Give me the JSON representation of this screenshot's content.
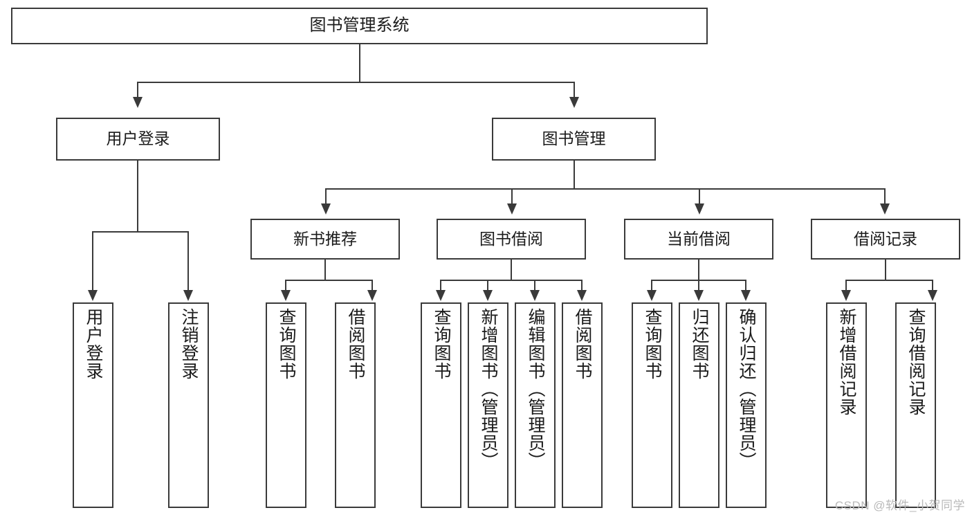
{
  "diagram": {
    "type": "tree",
    "title": "图书管理系统",
    "root": {
      "label": "图书管理系统"
    },
    "level2": [
      {
        "label": "用户登录"
      },
      {
        "label": "图书管理"
      }
    ],
    "level3": [
      {
        "label": "新书推荐"
      },
      {
        "label": "图书借阅"
      },
      {
        "label": "当前借阅"
      },
      {
        "label": "借阅记录"
      }
    ],
    "leaves": {
      "user_login": [
        {
          "label": "用户登录"
        },
        {
          "label": "注销登录"
        }
      ],
      "new_book": [
        {
          "label": "查询图书"
        },
        {
          "label": "借阅图书"
        }
      ],
      "book_borrow": [
        {
          "label": "查询图书"
        },
        {
          "label": "新增图书（管理员）"
        },
        {
          "label": "编辑图书（管理员）"
        },
        {
          "label": "借阅图书"
        }
      ],
      "current_borrow": [
        {
          "label": "查询图书"
        },
        {
          "label": "归还图书"
        },
        {
          "label": "确认归还（管理员）"
        }
      ],
      "borrow_record": [
        {
          "label": "新增借阅记录"
        },
        {
          "label": "查询借阅记录"
        }
      ]
    }
  },
  "watermark": {
    "text": "CSDN @软件_小贺同学"
  },
  "colors": {
    "border": "#3a3a3a",
    "text": "#1a1a1a",
    "background": "#ffffff",
    "watermark": "#b9b9b9"
  }
}
